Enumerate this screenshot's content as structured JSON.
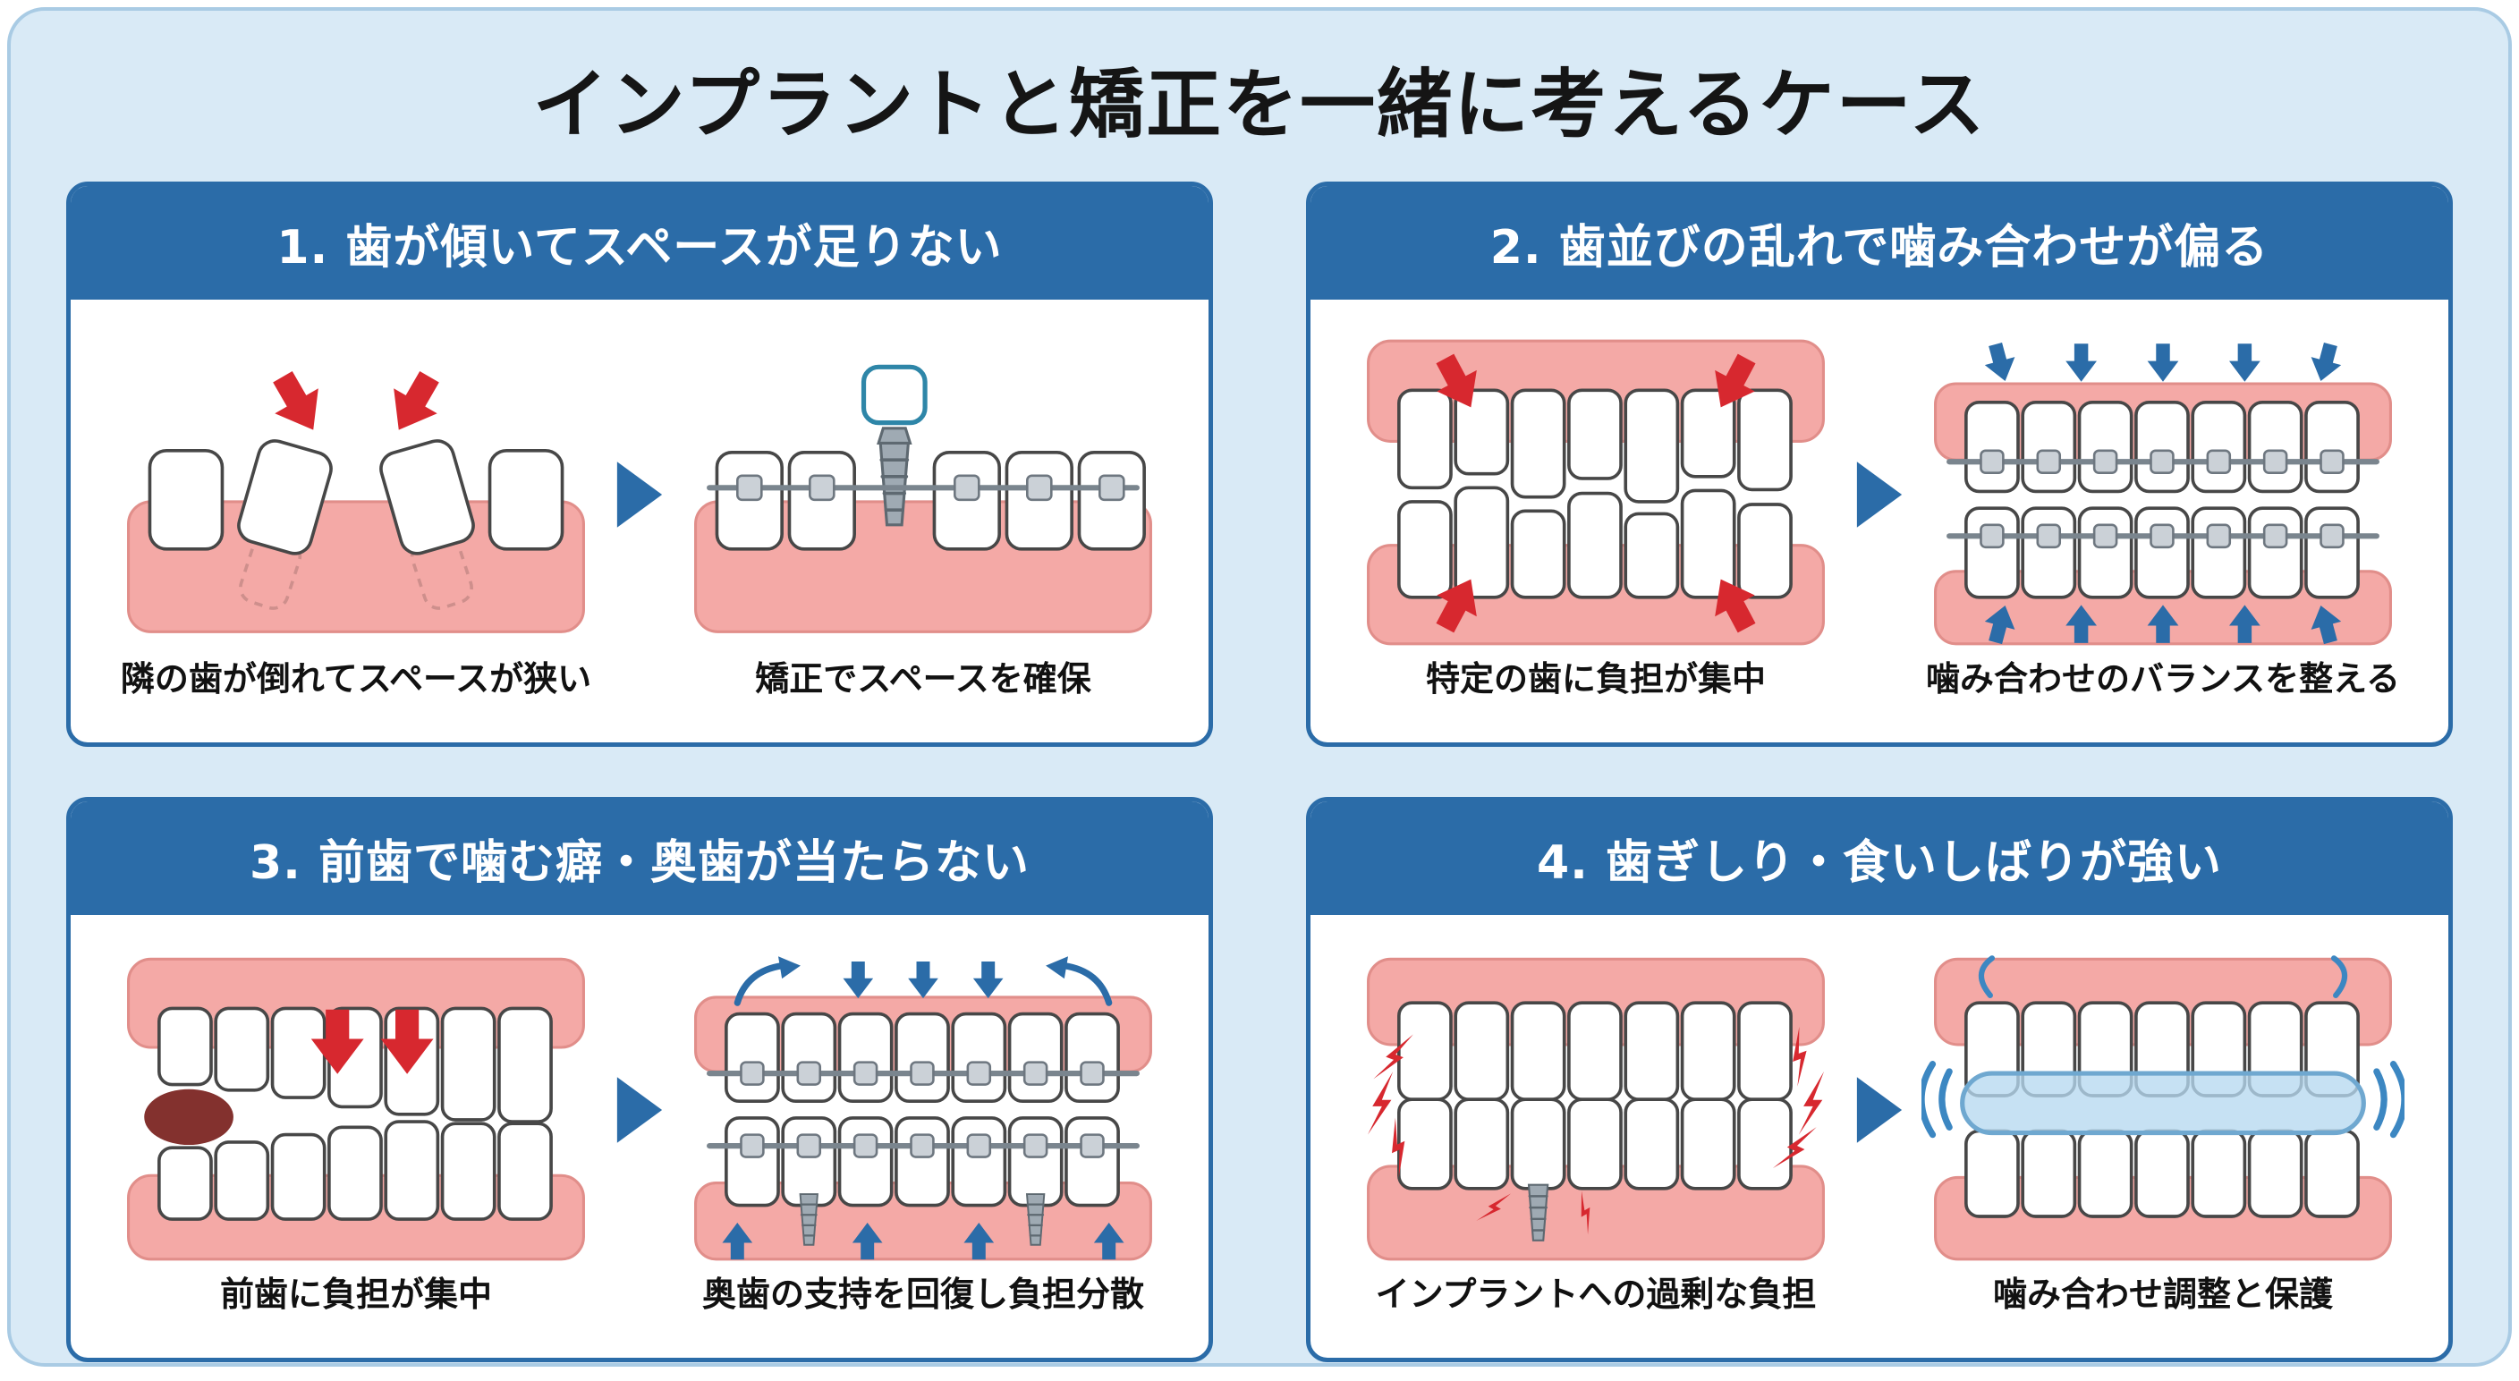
{
  "title": "インプラントと矯正を一緒に考えるケース",
  "colors": {
    "background": "#D9EAF6",
    "panel_header_blue": "#2B6CA8",
    "accent_blue": "#2B6CA8",
    "alert_red": "#D7282F",
    "gum_pink": "#F4A9A6",
    "implant_crown_teal": "#2E86A8"
  },
  "icons": {
    "step_arrow": "right-triangle-arrow",
    "red_arrows": "pressure-direction-arrows",
    "blue_arrows": "balanced-force-arrows",
    "lightning": "stress-impact-bolt",
    "mouthguard": "night-guard-splint",
    "implant": "implant-screw"
  },
  "panels": [
    {
      "title": "1. 歯が傾いてスペースが足りない",
      "before_caption": "隣の歯が倒れてスペースが狭い",
      "after_caption": "矯正でスペースを確保"
    },
    {
      "title": "2. 歯並びの乱れで噛み合わせが偏る",
      "before_caption": "特定の歯に負担が集中",
      "after_caption": "噛み合わせのバランスを整える"
    },
    {
      "title": "3. 前歯で噛む癖・奥歯が当たらない",
      "before_caption": "前歯に負担が集中",
      "after_caption": "奥歯の支持を回復し負担分散"
    },
    {
      "title": "4. 歯ぎしり・食いしばりが強い",
      "before_caption": "インプラントへの過剰な負担",
      "after_caption": "噛み合わせ調整と保護"
    }
  ]
}
